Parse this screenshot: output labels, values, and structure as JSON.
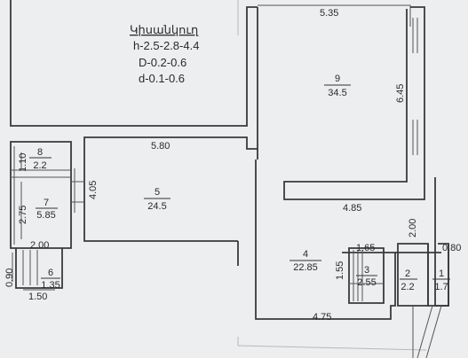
{
  "legend": {
    "title": "Կիսանկուղ",
    "line_h": "h-2.5-2.8-4.4",
    "line_D": "D-0.2-0.6",
    "line_d": "d-0.1-0.6"
  },
  "rooms": [
    {
      "number": "1",
      "area": "1.7"
    },
    {
      "number": "2",
      "area": "2.2"
    },
    {
      "number": "3",
      "area": "2.55"
    },
    {
      "number": "4",
      "area": "22.85"
    },
    {
      "number": "5",
      "area": "24.5"
    },
    {
      "number": "6",
      "area": "1.35"
    },
    {
      "number": "7",
      "area": "5.85"
    },
    {
      "number": "8",
      "area": "2.2"
    },
    {
      "number": "9",
      "area": "34.5"
    }
  ],
  "dimensions": {
    "d_5_35": "5.35",
    "d_6_45": "6.45",
    "d_5_80": "5.80",
    "d_4_05": "4.05",
    "d_4_85": "4.85",
    "d_2_00_right": "2.00",
    "d_0_80": "0.80",
    "d_1_65": "1.65",
    "d_1_55": "1.55",
    "d_4_75": "4.75",
    "d_1_10": "1.10",
    "d_2_75": "2.75",
    "d_2_00_left": "2.00",
    "d_0_90": "0.90",
    "d_1_50": "1.50"
  },
  "colors": {
    "background": "#eceef0",
    "ink": "#2a2a2a",
    "wall": "#3a3a3a"
  }
}
